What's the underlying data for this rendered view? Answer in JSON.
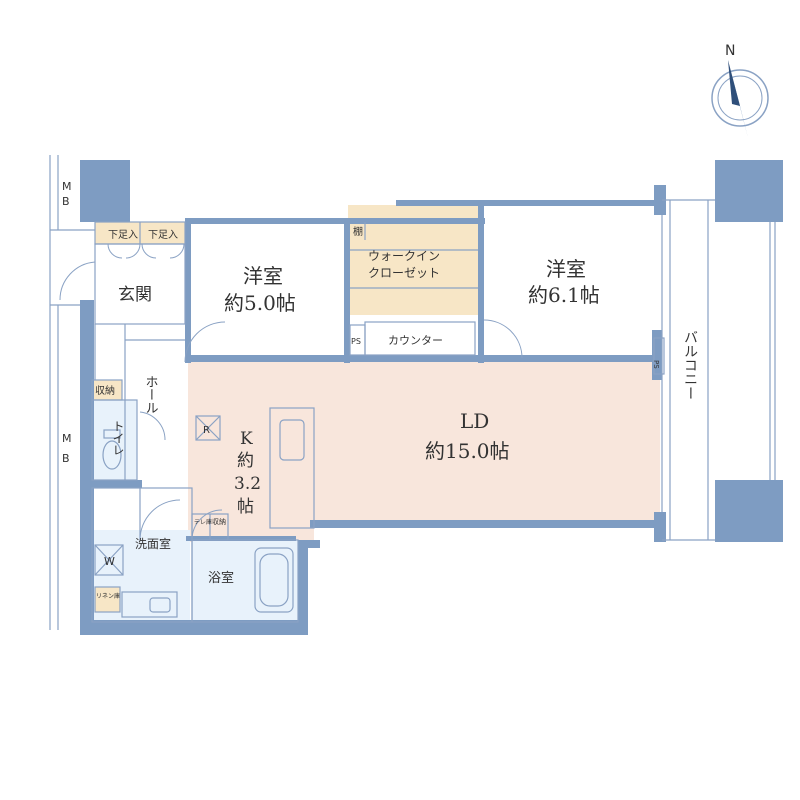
{
  "colors": {
    "wall": "#7e9cc2",
    "ld": "#f8e6dc",
    "wet": "#e8f2fb",
    "closet": "#f7e6c6",
    "white": "#ffffff",
    "line": "#8aa2c4",
    "text": "#333333"
  },
  "compass": {
    "north_label": "N"
  },
  "labels": {
    "mb_top": "M\nB",
    "mb_bottom": "M\nB",
    "shoebox_1": "下足入",
    "shoebox_2": "下足入",
    "genkan": "玄関",
    "storage": "収納",
    "hall": "ホール",
    "toilet": "トイレ",
    "washroom": "洗面室",
    "washer": "W",
    "linen": "リネン庫",
    "bath": "浴室",
    "small_storage": "収納",
    "small_storage_2": "テレ庫",
    "kitchen_name": "K",
    "kitchen_size_1": "約",
    "kitchen_size_2": "3.2",
    "kitchen_size_3": "帖",
    "refrigerator": "R",
    "room1_name": "洋室",
    "room1_size": "約5.0帖",
    "room2_name": "洋室",
    "room2_size": "約6.1帖",
    "wic_line1": "ウォークイン",
    "wic_line2": "クローゼット",
    "shelf": "棚",
    "ps_1": "PS",
    "ps_2": "PS",
    "counter": "カウンター",
    "ld_name": "LD",
    "ld_size": "約15.0帖",
    "balcony": "バルコニー"
  }
}
